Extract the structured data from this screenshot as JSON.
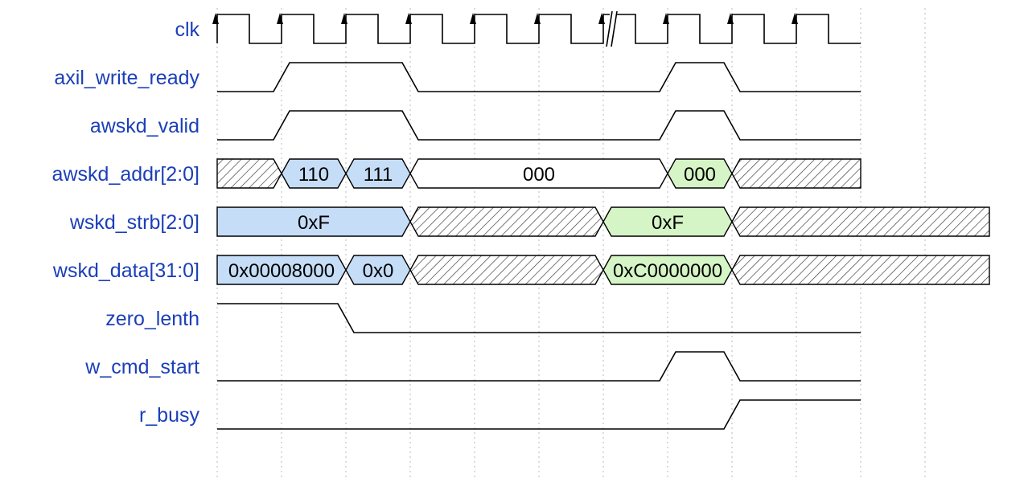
{
  "signals": [
    {
      "name": "clk",
      "type": "clock"
    },
    {
      "name": "axil_write_ready",
      "type": "bit",
      "events": [
        [
          0,
          0
        ],
        [
          1,
          1
        ],
        [
          3,
          0
        ],
        [
          7,
          1
        ],
        [
          8,
          0
        ]
      ]
    },
    {
      "name": "awskd_valid",
      "type": "bit",
      "events": [
        [
          0,
          0
        ],
        [
          1,
          1
        ],
        [
          3,
          0
        ],
        [
          7,
          1
        ],
        [
          8,
          0
        ]
      ]
    },
    {
      "name": "awskd_addr[2:0]",
      "type": "bus",
      "segments": [
        {
          "from": 0,
          "to": 1,
          "kind": "x"
        },
        {
          "from": 1,
          "to": 2,
          "value": "110",
          "color": "#c6ddf7"
        },
        {
          "from": 2,
          "to": 3,
          "value": "111",
          "color": "#c6ddf7"
        },
        {
          "from": 3,
          "to": 7,
          "value": "000",
          "color": "#ffffff"
        },
        {
          "from": 7,
          "to": 8,
          "value": "000",
          "color": "#d6f5c6"
        },
        {
          "from": 8,
          "to": 10,
          "kind": "x"
        }
      ]
    },
    {
      "name": "wskd_strb[2:0]",
      "type": "bus",
      "segments": [
        {
          "from": 0,
          "to": 3,
          "value": "0xF",
          "color": "#c6ddf7"
        },
        {
          "from": 3,
          "to": 6,
          "kind": "x"
        },
        {
          "from": 6,
          "to": 8,
          "value": "0xF",
          "color": "#d6f5c6"
        },
        {
          "from": 8,
          "to": 12,
          "kind": "x"
        }
      ]
    },
    {
      "name": "wskd_data[31:0]",
      "type": "bus",
      "segments": [
        {
          "from": 0,
          "to": 2,
          "value": "0x00008000",
          "color": "#c6ddf7"
        },
        {
          "from": 2,
          "to": 3,
          "value": "0x0",
          "color": "#c6ddf7"
        },
        {
          "from": 3,
          "to": 6,
          "kind": "x"
        },
        {
          "from": 6,
          "to": 8,
          "value": "0xC0000000",
          "color": "#d6f5c6"
        },
        {
          "from": 8,
          "to": 12,
          "kind": "x"
        }
      ]
    },
    {
      "name": "zero_lenth",
      "type": "bit",
      "events": [
        [
          0,
          1
        ],
        [
          2,
          0
        ]
      ]
    },
    {
      "name": "w_cmd_start",
      "type": "bit",
      "events": [
        [
          0,
          0
        ],
        [
          7,
          1
        ],
        [
          8,
          0
        ]
      ]
    },
    {
      "name": "r_busy",
      "type": "bit",
      "events": [
        [
          0,
          0
        ],
        [
          8,
          1
        ]
      ]
    }
  ],
  "clock": {
    "cycles": 10,
    "break_cycle": 6
  },
  "grid": {
    "lines": 12
  }
}
